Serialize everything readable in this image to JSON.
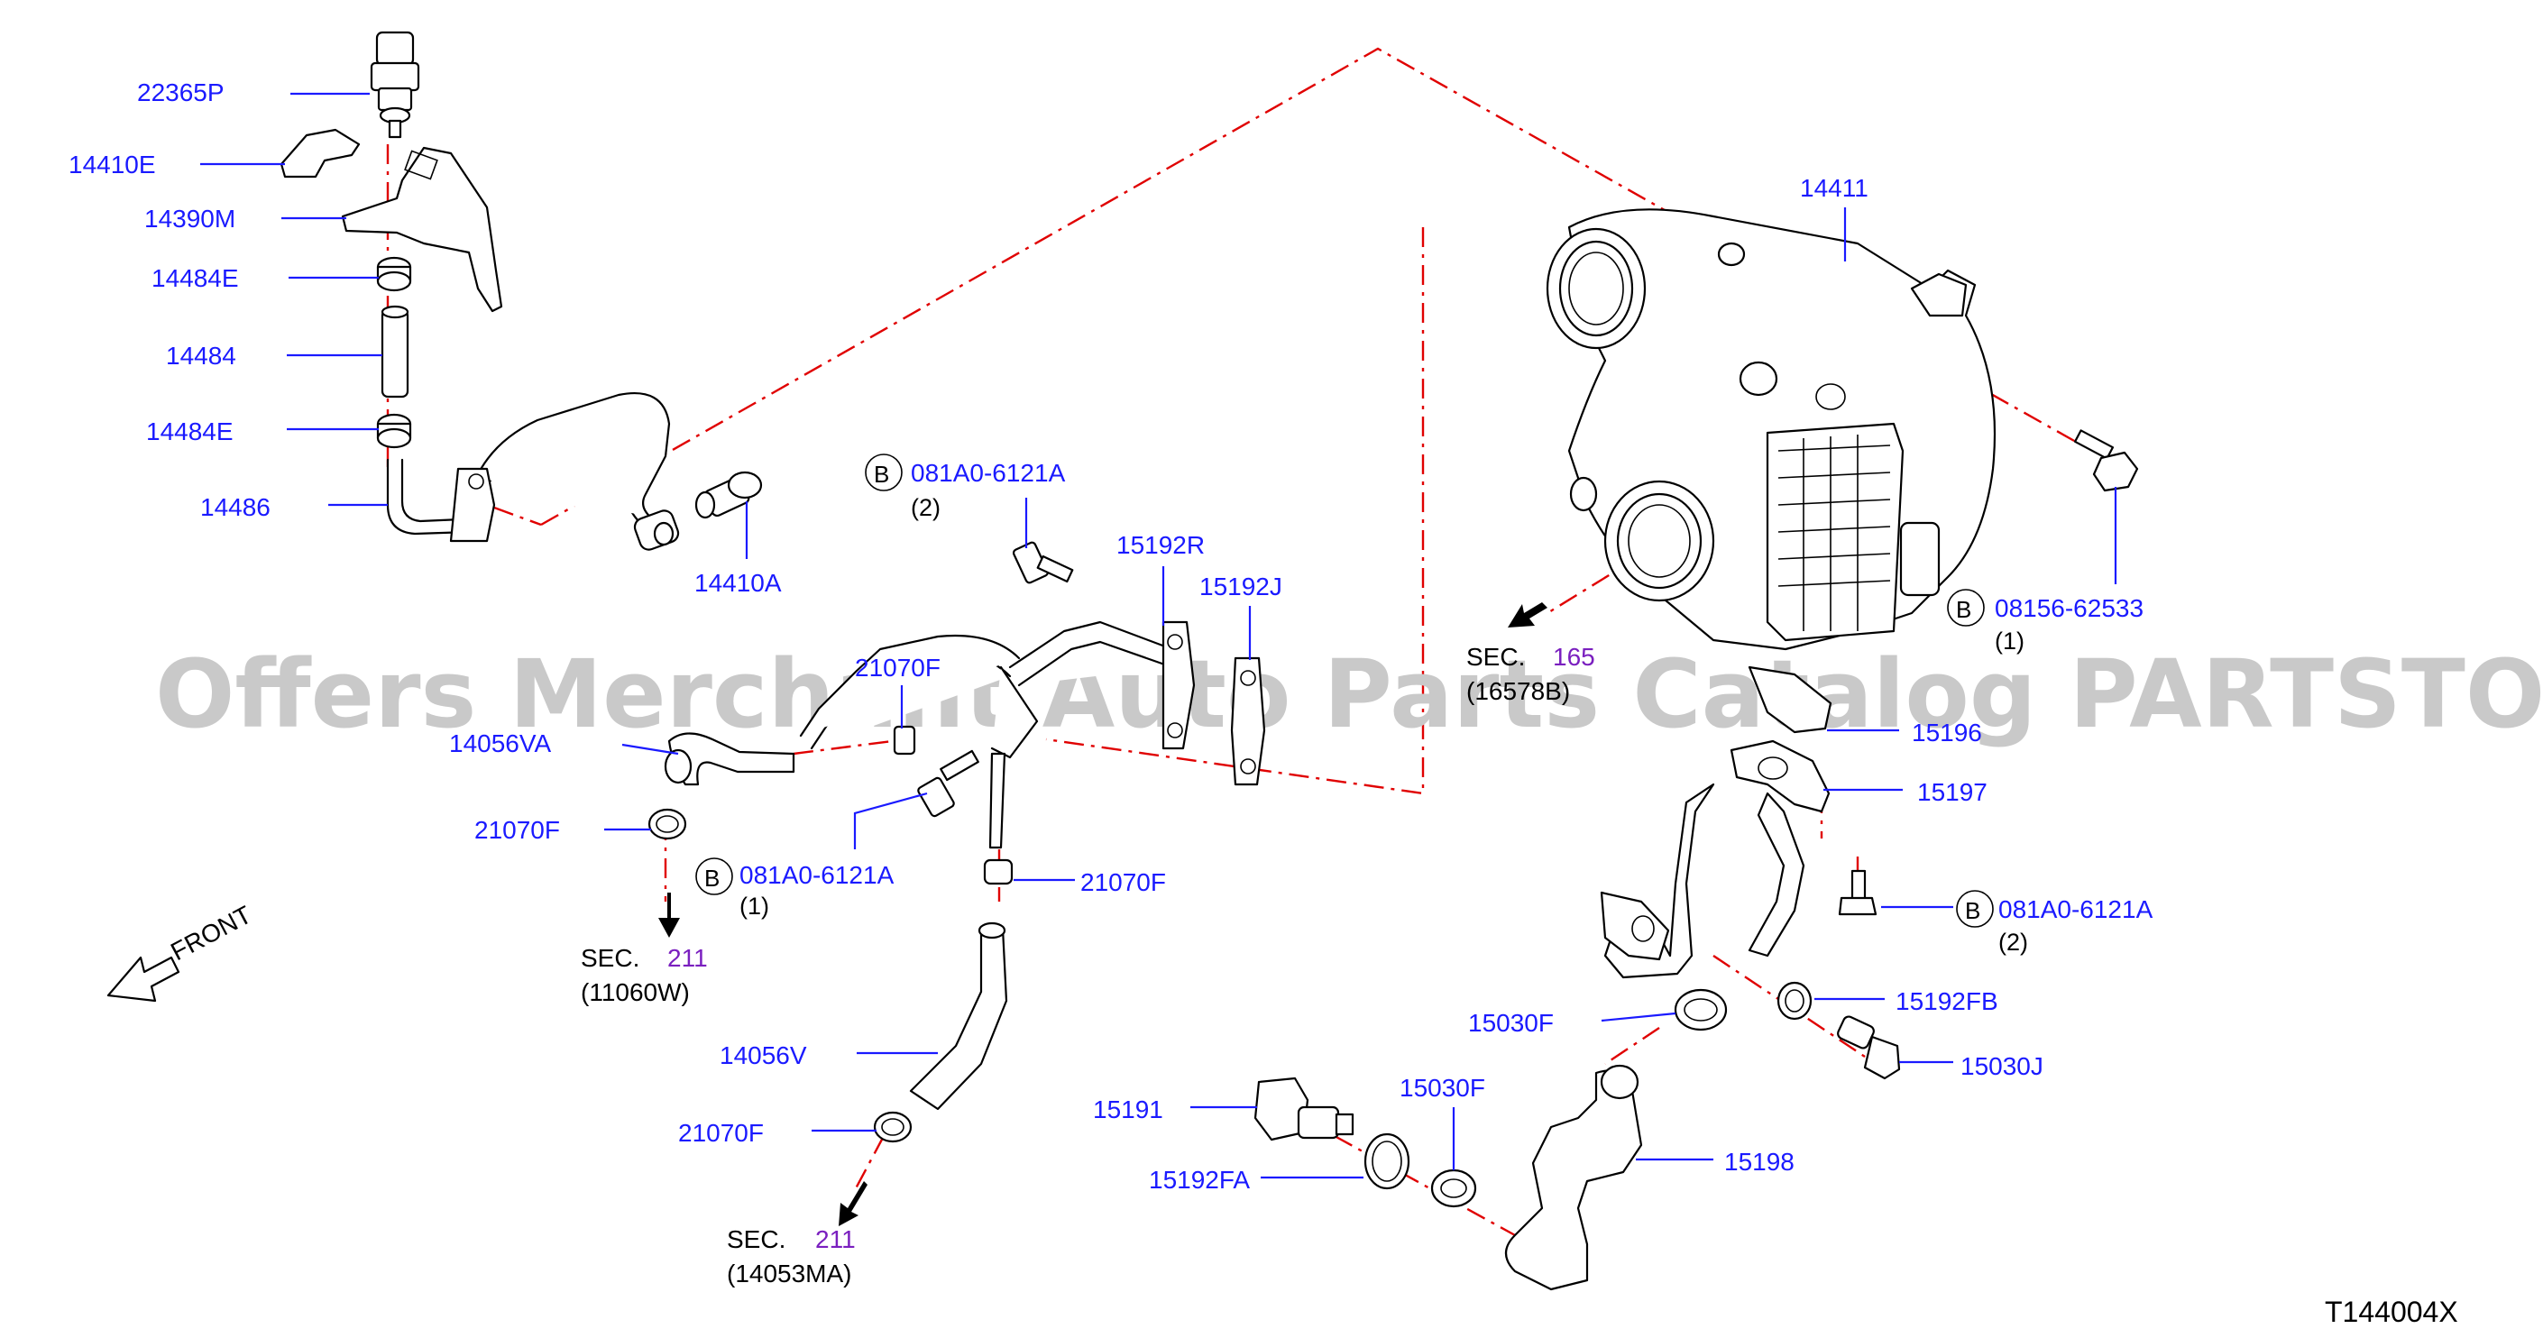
{
  "watermark": "Offers Merchant Auto Parts Catalog PARTSTORE.SA",
  "diagram_code": "T144004X",
  "front_label": "FRONT",
  "part_labels": {
    "p22365P": "22365P",
    "p14410E": "14410E",
    "p14390M": "14390M",
    "p14484E_a": "14484E",
    "p14484": "14484",
    "p14484E_b": "14484E",
    "p14486": "14486",
    "p14410A": "14410A",
    "p081A0_top": "081A0-6121A",
    "p15192R": "15192R",
    "p15192J": "15192J",
    "p21070F_top": "21070F",
    "p14056VA": "14056VA",
    "p21070F_left": "21070F",
    "p081A0_mid": "081A0-6121A",
    "p21070F_mid": "21070F",
    "p14056V": "14056V",
    "p21070F_bot": "21070F",
    "p14411": "14411",
    "p08156": "08156-62533",
    "p15196": "15196",
    "p15197": "15197",
    "p081A0_right": "081A0-6121A",
    "p15192FB": "15192FB",
    "p15030F_a": "15030F",
    "p15030J": "15030J",
    "p15191": "15191",
    "p15030F_b": "15030F",
    "p15192FA": "15192FA",
    "p15198": "15198"
  },
  "bolt_marker": "B",
  "quantities": {
    "q081A0_top": "(2)",
    "q081A0_mid": "(1)",
    "q081A0_right": "(2)",
    "q08156": "(1)"
  },
  "sections": {
    "sec_label": "SEC.",
    "s211_a_num": "211",
    "s211_a_ref": "(11060W)",
    "s211_b_num": "211",
    "s211_b_ref": "(14053MA)",
    "s165_num": "165",
    "s165_ref": "(16578B)"
  }
}
